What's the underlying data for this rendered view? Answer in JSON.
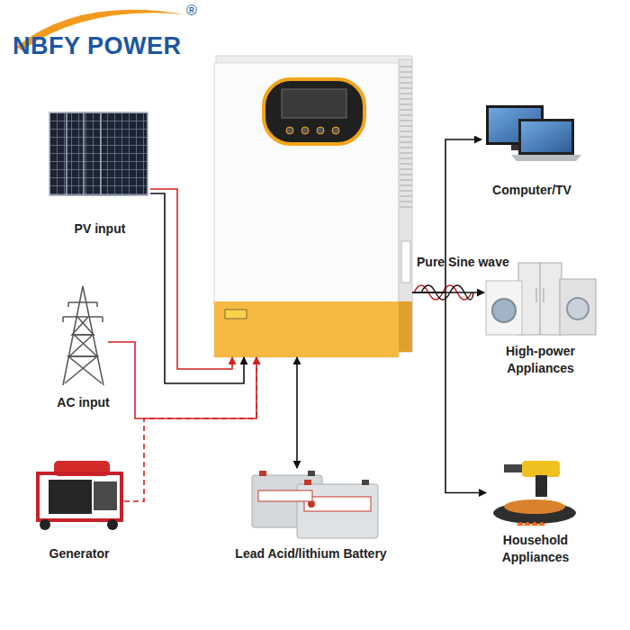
{
  "diagram": {
    "title": "NBFY POWER",
    "nodes": [
      {
        "text": [
          "PV input"
        ]
      },
      {
        "text": [
          "AC input"
        ]
      },
      {
        "text": [
          "Generator"
        ]
      },
      {
        "text": []
      },
      {
        "text": [
          "Lead Acid/lithium Battery"
        ]
      },
      {
        "text": [
          "Computer/TV"
        ]
      },
      {
        "text": [
          "High-power Appliances"
        ]
      },
      {
        "text": [
          "Household Appliances"
        ]
      }
    ],
    "edges": [
      {
        "from": 0,
        "to": 3,
        "arrow": "to"
      },
      {
        "from": 1,
        "to": 3,
        "arrow": "to"
      },
      {
        "from": 2,
        "to": 3,
        "arrow": "to"
      },
      {
        "from": 3,
        "to": 4,
        "arrow": "both"
      },
      {
        "from": 3,
        "to": 5,
        "arrow": "to"
      },
      {
        "from": 3,
        "to": 6,
        "label": "Pure Sine wave",
        "arrow": "to"
      },
      {
        "from": 3,
        "to": 7,
        "arrow": "to"
      }
    ],
    "labels": [
      "®"
    ]
  }
}
